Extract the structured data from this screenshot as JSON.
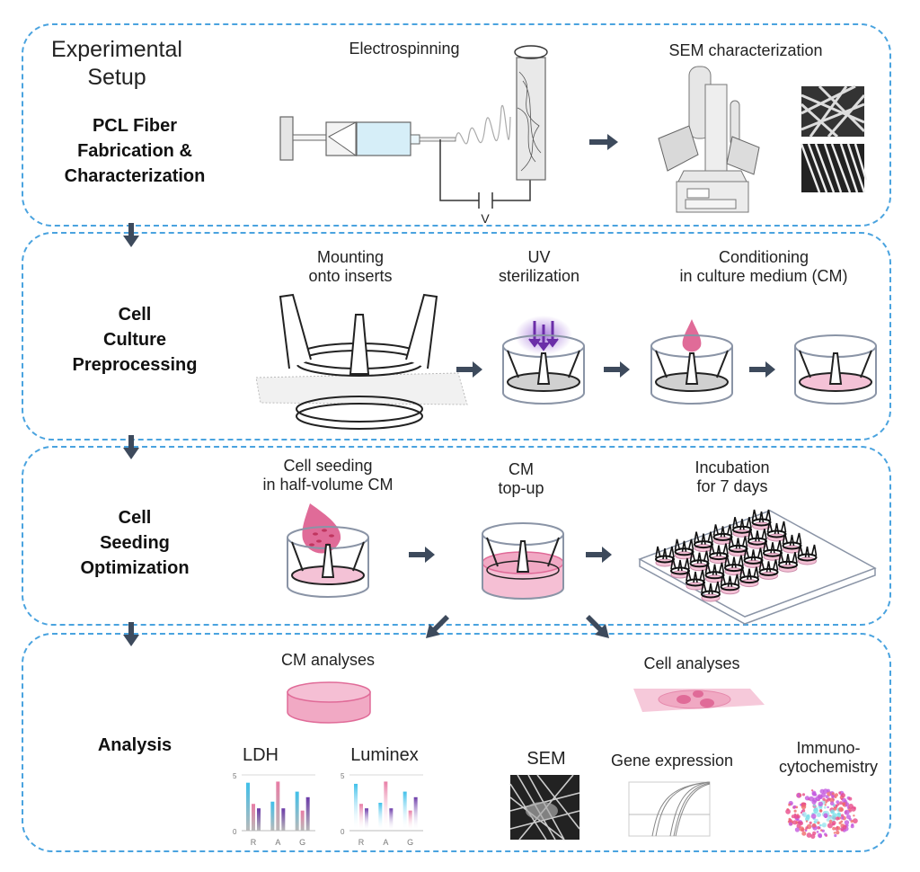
{
  "header": {
    "title_line1": "Experimental",
    "title_line2": "Setup"
  },
  "colors": {
    "border": "#4aa3df",
    "arrow": "#3d4a5c",
    "pink": "#e87ca5",
    "purple": "#6b3aa8",
    "cyan": "#3fc0ea"
  },
  "sections": [
    {
      "title": [
        "PCL Fiber",
        "Fabrication &",
        "Characterization"
      ],
      "steps": [
        {
          "label": [
            "Electrospinning"
          ],
          "icon": "electrospinning-setup-icon",
          "voltage_label": "V"
        },
        {
          "label": [
            "SEM characterization"
          ],
          "icon": "sem-microscope-icon"
        }
      ]
    },
    {
      "title": [
        "Cell",
        "Culture",
        "Preprocessing"
      ],
      "steps": [
        {
          "label": [
            "Mounting",
            "onto inserts"
          ],
          "icon": "insert-mounting-icon"
        },
        {
          "label": [
            "UV",
            "sterilization"
          ],
          "icon": "uv-sterilization-icon"
        },
        {
          "label": [
            "Conditioning",
            "in culture medium (CM)"
          ],
          "icon": "conditioning-icon"
        }
      ]
    },
    {
      "title": [
        "Cell",
        "Seeding",
        "Optimization"
      ],
      "steps": [
        {
          "label": [
            "Cell seeding",
            "in half-volume CM"
          ],
          "icon": "cell-seeding-icon"
        },
        {
          "label": [
            "CM",
            "top-up"
          ],
          "icon": "cm-topup-icon"
        },
        {
          "label": [
            "Incubation",
            "for 7 days"
          ],
          "icon": "well-plate-icon"
        }
      ]
    },
    {
      "title": [
        "Analysis"
      ],
      "groups": [
        {
          "label": "CM analyses",
          "icon": "medium-dish-icon",
          "charts": [
            {
              "title": "LDH",
              "style": "solid"
            },
            {
              "title": "Luminex",
              "style": "faded"
            }
          ]
        },
        {
          "label": "Cell analyses",
          "icon": "cell-slide-icon",
          "methods": [
            {
              "label": [
                "SEM"
              ],
              "icon": "sem-image-icon"
            },
            {
              "label": [
                "Gene expression"
              ],
              "icon": "qpcr-curve-icon"
            },
            {
              "label": [
                "Immuno-",
                "cytochemistry"
              ],
              "icon": "immunostain-icon"
            }
          ]
        }
      ]
    }
  ],
  "chart_data": [
    {
      "type": "bar",
      "title": "LDH",
      "categories": [
        "R",
        "A",
        "G"
      ],
      "series": [
        {
          "name": "cyan",
          "color": "#3fc0ea",
          "values": [
            4.3,
            2.6,
            3.5
          ]
        },
        {
          "name": "pink",
          "color": "#e87ca5",
          "values": [
            2.4,
            4.4,
            1.8
          ]
        },
        {
          "name": "purple",
          "color": "#6b3aa8",
          "values": [
            2.0,
            2.0,
            3.0
          ]
        }
      ],
      "ylim": [
        0,
        5
      ],
      "yticks": [
        "0",
        "5"
      ],
      "xlabel": "",
      "ylabel": "",
      "grid": true
    },
    {
      "type": "bar",
      "title": "Luminex",
      "categories": [
        "R",
        "A",
        "G"
      ],
      "series": [
        {
          "name": "cyan",
          "color": "#3fc0ea",
          "values": [
            4.2,
            2.5,
            3.5
          ]
        },
        {
          "name": "pink",
          "color": "#e87ca5",
          "values": [
            2.4,
            4.4,
            1.8
          ]
        },
        {
          "name": "purple",
          "color": "#6b3aa8",
          "values": [
            2.0,
            2.0,
            3.0
          ]
        }
      ],
      "ylim": [
        0,
        5
      ],
      "yticks": [
        "0",
        "5"
      ],
      "xlabel": "",
      "ylabel": "",
      "grid": true
    }
  ]
}
